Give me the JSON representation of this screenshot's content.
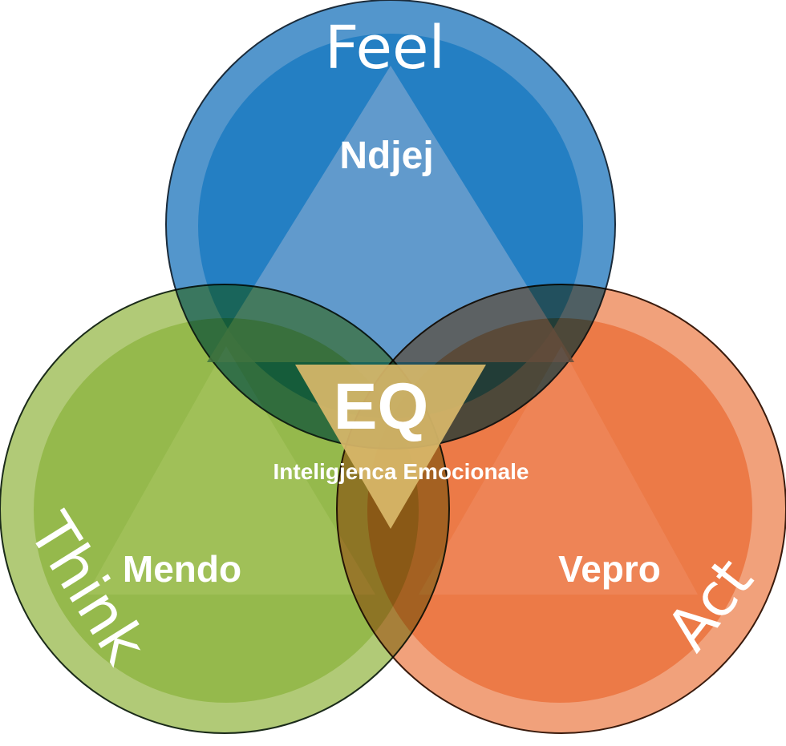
{
  "diagram": {
    "circles": {
      "feel": {
        "outer_label": "Feel",
        "inner_label": "Ndjej",
        "color_outer": "#4A90C9",
        "color_inner": "#1F7CC2",
        "triangle_color": "#6C9FCE"
      },
      "think": {
        "outer_label": "Think",
        "inner_label": "Mendo",
        "color_outer": "#9DBD55",
        "color_inner": "#8AB23A",
        "triangle_color": "#A6C460"
      },
      "act": {
        "outer_label": "Act",
        "inner_label": "Vepro",
        "color_outer": "#EE8A5A",
        "color_inner": "#EA6A32",
        "triangle_color": "#F08B60"
      }
    },
    "center": {
      "title": "EQ",
      "subtitle": "Inteligjenca Emocionale",
      "triangle_color": "#D9B86A"
    }
  }
}
